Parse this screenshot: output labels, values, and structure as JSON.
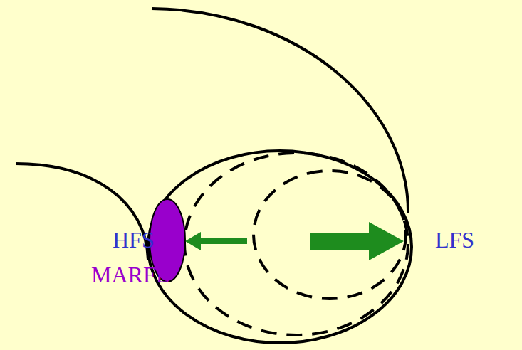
{
  "diagram": {
    "labels": [
      "HFS",
      "MARFE",
      "LFS"
    ]
  }
}
